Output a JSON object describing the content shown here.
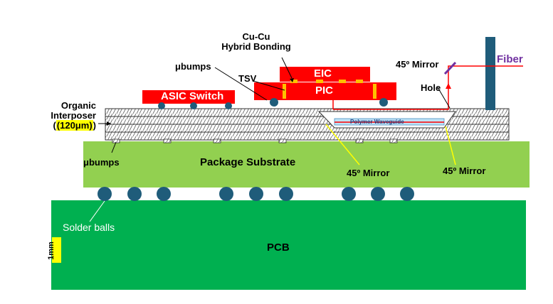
{
  "diagram": {
    "layers": {
      "pcb": "PCB",
      "package_substrate": "Package Substrate",
      "organic_interposer_line1": "Organic",
      "organic_interposer_line2": "Interposer",
      "interposer_thickness": "(120μm)",
      "polymer_waveguide": "Polymer Waveguide"
    },
    "chips": {
      "asic": "ASIC Switch",
      "eic": "EIC",
      "pic": "PIC"
    },
    "labels": {
      "hybrid_bonding_line1": "Cu-Cu",
      "hybrid_bonding_line2": "Hybrid Bonding",
      "ubumps_top": "μbumps",
      "tsv": "TSV",
      "mirror_top": "45º Mirror",
      "fiber": "Fiber",
      "hole": "Hole",
      "ubumps_bottom": "μbumps",
      "mirror_mid": "45º Mirror",
      "mirror_right": "45º Mirror",
      "solder_balls": "Solder balls",
      "scale": "1mm"
    },
    "colors": {
      "pcb": "#00b050",
      "substrate": "#92d050",
      "chip": "#ff0000",
      "ball": "#1f5c7a",
      "fiber": "#7030a0",
      "highlight": "#ffff00",
      "beam": "#ff0000",
      "pointer": "#ffff00"
    }
  }
}
